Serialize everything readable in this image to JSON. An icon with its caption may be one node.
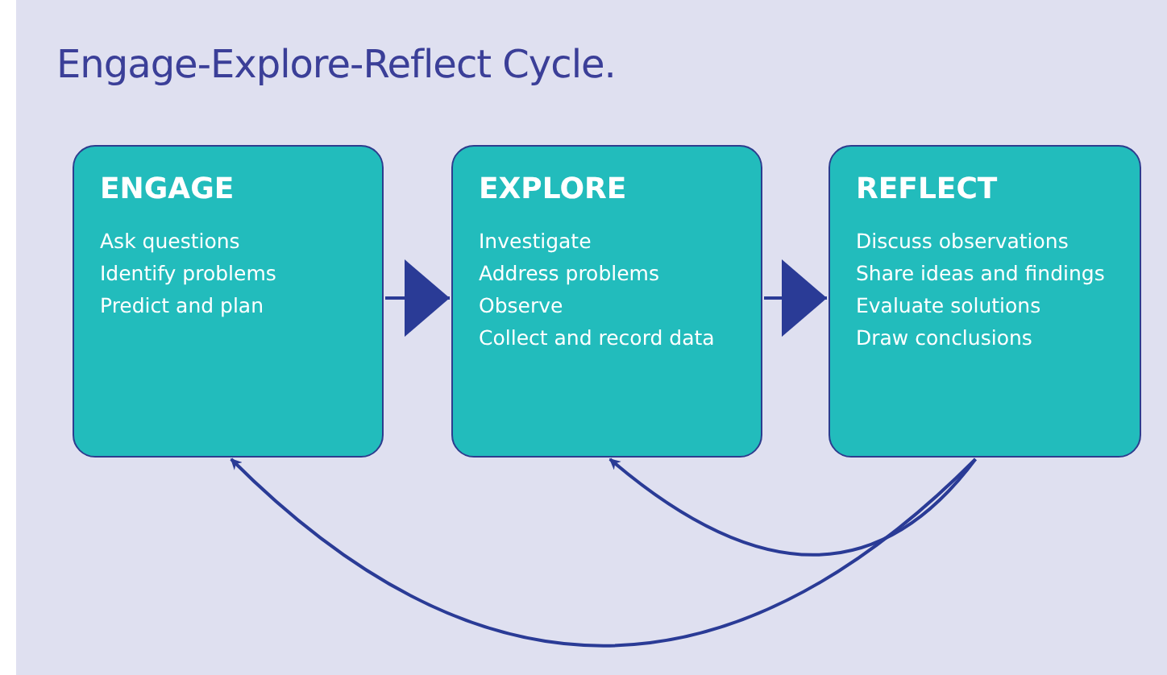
{
  "diagram": {
    "title": "Engage-Explore-Reflect Cycle.",
    "nodes": [
      {
        "text": [
          "ENGAGE",
          "Ask questions",
          "Identify problems",
          "Predict and plan"
        ]
      },
      {
        "text": [
          "EXPLORE",
          "Investigate",
          "Address problems",
          "Observe",
          "Collect and record data"
        ]
      },
      {
        "text": [
          "REFLECT",
          "Discuss observations",
          "Share ideas and findings",
          "Evaluate solutions",
          "Draw conclusions"
        ]
      }
    ],
    "edges": [
      {
        "from": 0,
        "to": 1,
        "arrow": "to"
      },
      {
        "from": 1,
        "to": 2,
        "arrow": "to"
      },
      {
        "from": 2,
        "to": 0,
        "arrow": "to"
      },
      {
        "from": 2,
        "to": 1,
        "arrow": "to"
      }
    ]
  }
}
